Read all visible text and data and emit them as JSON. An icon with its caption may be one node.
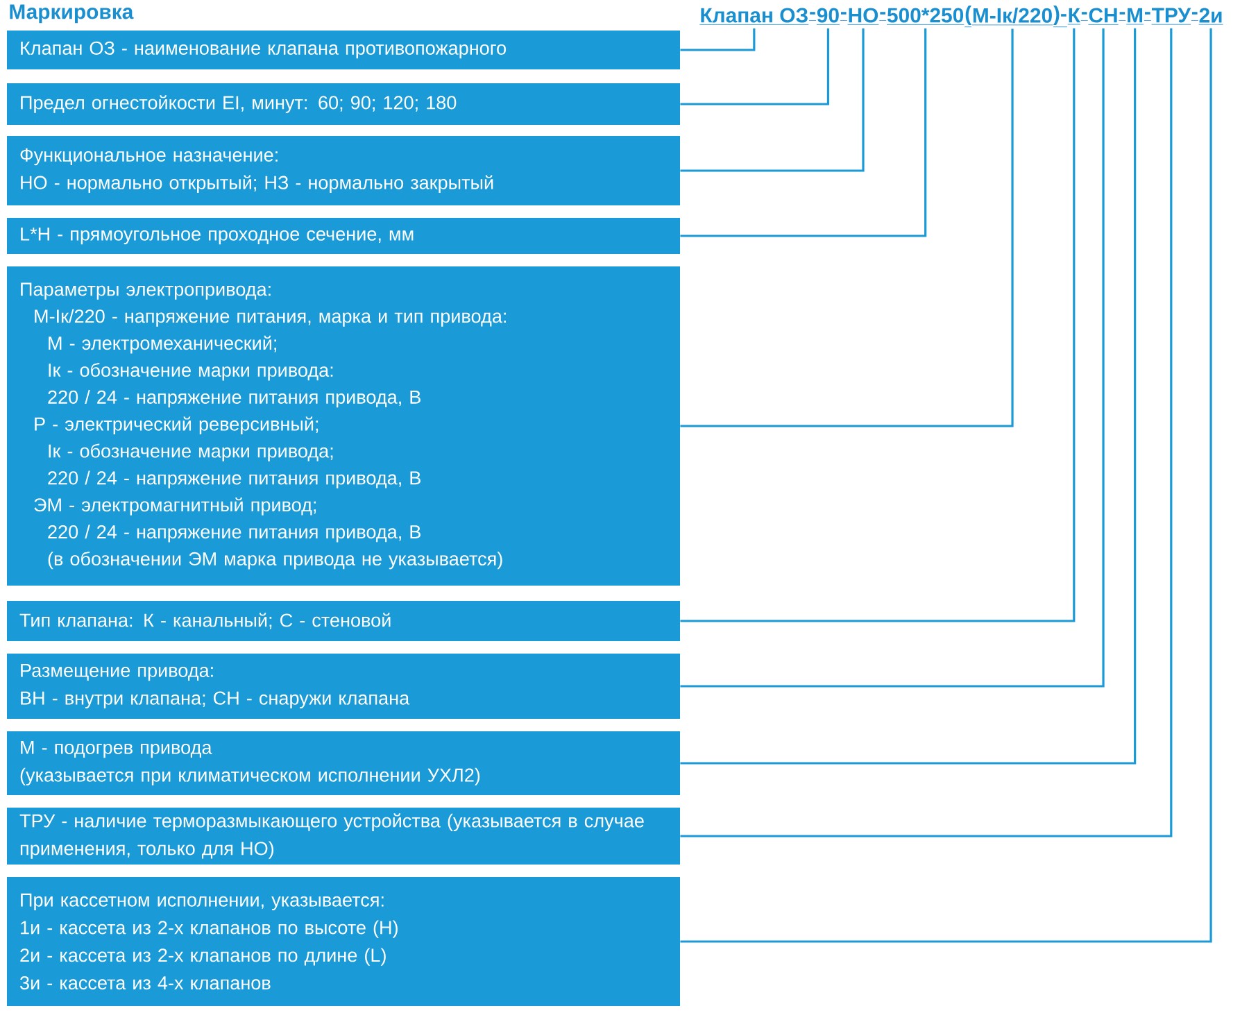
{
  "diagram": {
    "title": "Маркировка",
    "nodes": [
      {
        "text": [
          "Клапан ОЗ"
        ]
      },
      {
        "text": [
          "90"
        ]
      },
      {
        "text": [
          "НО"
        ]
      },
      {
        "text": [
          "500*250"
        ]
      },
      {
        "text": [
          "М-Ік/220"
        ]
      },
      {
        "text": [
          "К"
        ]
      },
      {
        "text": [
          "СН"
        ]
      },
      {
        "text": [
          "М"
        ]
      },
      {
        "text": [
          "ТРУ"
        ]
      },
      {
        "text": [
          "2и"
        ]
      },
      {
        "text": [
          "Клапан ОЗ - наименование клапана противопожарного"
        ]
      },
      {
        "text": [
          "Предел огнестойкости EI, минут: 60; 90; 120; 180"
        ]
      },
      {
        "text": [
          "Функциональное назначение:",
          "НО - нормально открытый; НЗ - нормально закрытый"
        ]
      },
      {
        "text": [
          "L*H - прямоугольное проходное сечение, мм"
        ]
      },
      {
        "text": [
          "Параметры электропривода:",
          "М-Ік/220 - напряжение питания, марка и тип привода:",
          "М - электромеханический;",
          "Ік - обозначение марки привода:",
          "220 / 24 - напряжение питания привода, В",
          "Р - электрический реверсивный;",
          "Ік - обозначение марки привода;",
          "220 / 24 - напряжение питания привода, В",
          "ЭМ - электромагнитный привод;",
          "220 / 24 - напряжение питания привода, В",
          "(в обозначении ЭМ марка привода не указывается)"
        ]
      },
      {
        "text": [
          "Тип клапана: К - канальный; С - стеновой"
        ]
      },
      {
        "text": [
          "Размещение привода:",
          "ВН - внутри клапана; СН - снаружи клапана"
        ]
      },
      {
        "text": [
          "М - подогрев привода",
          "(указывается при климатическом исполнении УХЛ2)"
        ]
      },
      {
        "text": [
          "ТРУ - наличие терморазмыкающего устройства (указывается в случае применения, только для НО)"
        ]
      },
      {
        "text": [
          "При кассетном исполнении, указывается:",
          "1и - кассета из 2-х клапанов по высоте (H)",
          "2и - кассета из 2-х клапанов по длине (L)",
          "3и - кассета из 4-х клапанов"
        ]
      }
    ],
    "edges": [
      {
        "from": 0,
        "to": 10,
        "arrow": "none"
      },
      {
        "from": 1,
        "to": 11,
        "arrow": "none"
      },
      {
        "from": 2,
        "to": 12,
        "arrow": "none"
      },
      {
        "from": 3,
        "to": 13,
        "arrow": "none"
      },
      {
        "from": 4,
        "to": 14,
        "arrow": "none"
      },
      {
        "from": 5,
        "to": 15,
        "arrow": "none"
      },
      {
        "from": 6,
        "to": 16,
        "arrow": "none"
      },
      {
        "from": 7,
        "to": 17,
        "arrow": "none"
      },
      {
        "from": 8,
        "to": 18,
        "arrow": "none"
      },
      {
        "from": 9,
        "to": 19,
        "arrow": "none"
      }
    ],
    "labels": [
      "-",
      "-",
      "-",
      "(",
      ")-",
      "-",
      "-",
      "-",
      "-"
    ]
  }
}
